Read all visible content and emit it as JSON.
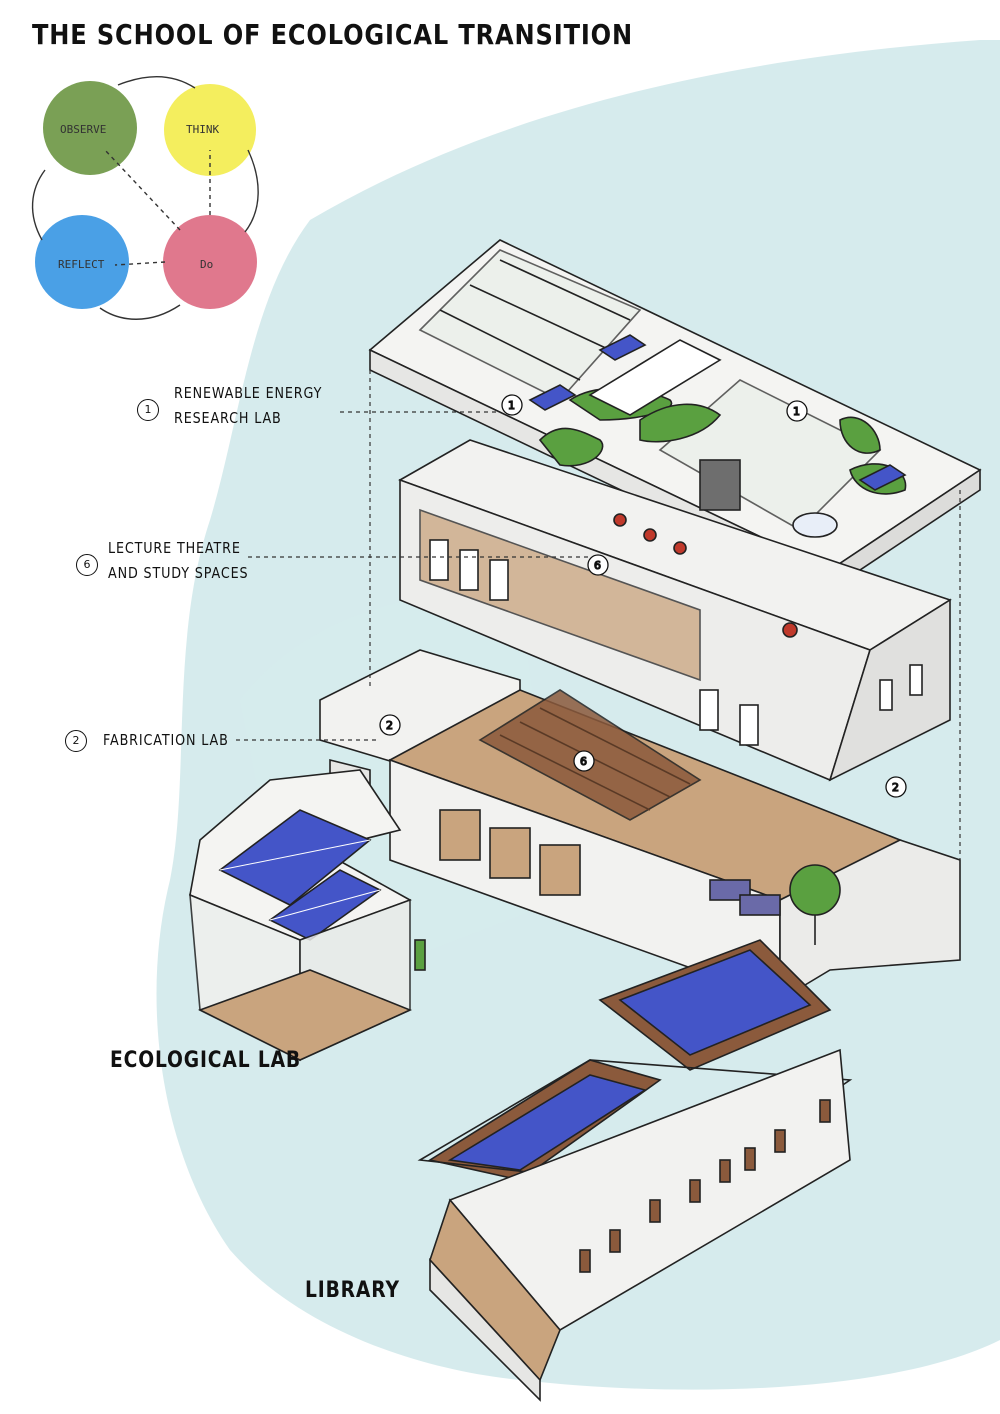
{
  "title": "THE SCHOOL OF ECOLOGICAL TRANSITION",
  "cycle": {
    "nodes": [
      {
        "label": "OBSERVE",
        "color": "#7aa055"
      },
      {
        "label": "THINK",
        "color": "#f4ee5e"
      },
      {
        "label": "Do",
        "color": "#e0788d"
      },
      {
        "label": "REFLECT",
        "color": "#4aa0e6"
      }
    ]
  },
  "callouts": [
    {
      "number": "1",
      "line1": "RENEWABLE ENERGY",
      "line2": "RESEARCH LAB"
    },
    {
      "number": "6",
      "line1": "LECTURE THEATRE",
      "line2": "AND STUDY SPACES"
    },
    {
      "number": "2",
      "line1": "FABRICATION LAB",
      "line2": ""
    }
  ],
  "markers": [
    "1",
    "1",
    "6",
    "2",
    "6",
    "2"
  ],
  "building_labels": {
    "ecological_lab": "ECOLOGICAL LAB",
    "library": "LIBRARY"
  },
  "colors": {
    "wash": "#cfe8ea",
    "wall": "#f2f2f0",
    "floor": "#c9a47e",
    "solar": "#4455c8",
    "plant": "#5aa040",
    "timber": "#8b5a3c"
  }
}
